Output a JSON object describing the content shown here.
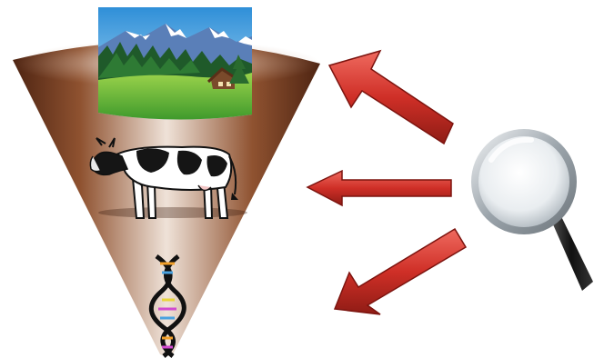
{
  "diagram": {
    "levels": [
      {
        "id": "ecosystem",
        "icon": "landscape-icon"
      },
      {
        "id": "organism",
        "icon": "cow-icon"
      },
      {
        "id": "molecule",
        "icon": "dna-icon"
      }
    ],
    "observer_icon": "magnifying-glass-icon",
    "arrow_count": 3,
    "colors": {
      "cone_dark": "#5b2c16",
      "cone_mid": "#a9673e",
      "cone_light": "#ead9cc",
      "arrow": "#d0342c",
      "arrow_dark": "#8f1c15",
      "sky": "#58b4ea",
      "meadow": "#7cc13a",
      "mountain": "#5a7fb8",
      "glass_handle": "#222222"
    }
  }
}
